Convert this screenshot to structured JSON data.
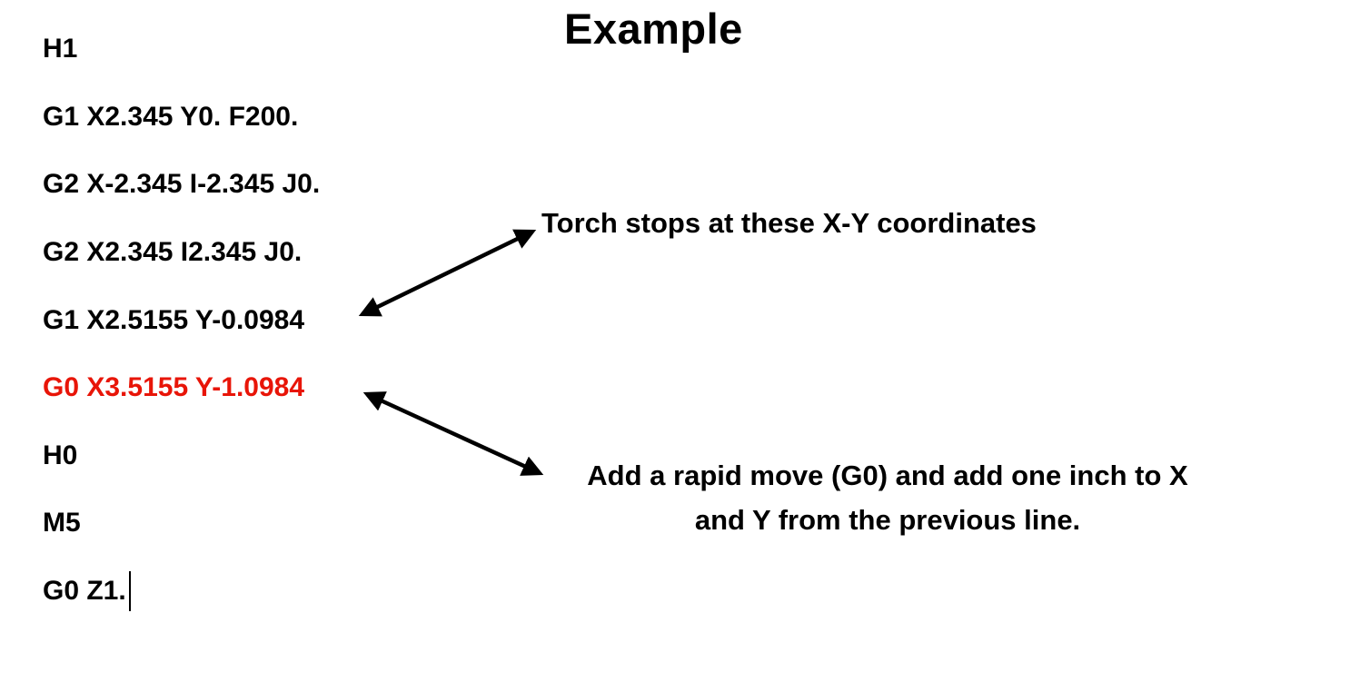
{
  "title": "Example",
  "code": {
    "lines": [
      {
        "text": "H1",
        "highlight": false
      },
      {
        "text": "G1 X2.345 Y0. F200.",
        "highlight": false
      },
      {
        "text": "G2 X-2.345 I-2.345 J0.",
        "highlight": false
      },
      {
        "text": "G2 X2.345 I2.345 J0.",
        "highlight": false
      },
      {
        "text": "G1 X2.5155 Y-0.0984",
        "highlight": false
      },
      {
        "text": "G0 X3.5155 Y-1.0984",
        "highlight": true
      },
      {
        "text": "H0",
        "highlight": false
      },
      {
        "text": "M5",
        "highlight": false
      },
      {
        "text": "G0 Z1.",
        "highlight": false
      }
    ],
    "caret_after_line": "G0 Z1."
  },
  "annotations": {
    "torch": "Torch stops at these X-Y coordinates",
    "rapid_line1": "Add a rapid move (G0) and add one inch to X",
    "rapid_line2": "and Y from the previous line."
  },
  "colors": {
    "highlight_red": "#e81508",
    "text_black": "#000000"
  }
}
